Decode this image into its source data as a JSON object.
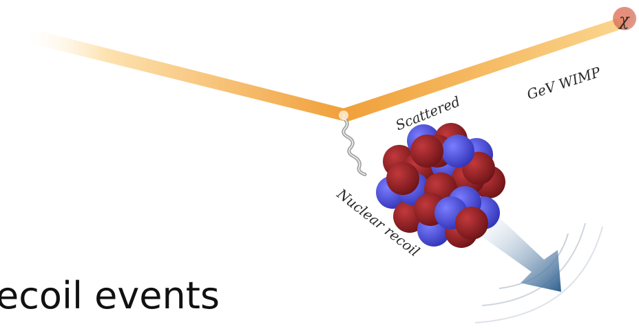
{
  "diagram": {
    "labels": {
      "scattered": "Scattered",
      "gev_wimp": "GeV WIMP",
      "chi": "χ",
      "nuclear_recoil": "Nuclear recoil"
    },
    "caption": "ecoil events",
    "colors": {
      "beam": "#f2a23a",
      "beam_light": "#fde2b0",
      "proton": "#4c4ed8",
      "neutron": "#8e1f22",
      "recoil_arrow": "#2e5f8f",
      "wimp": "#d96b55"
    }
  }
}
